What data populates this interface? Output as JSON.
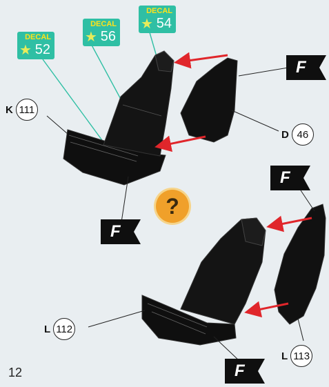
{
  "page_number": "12",
  "decals": [
    {
      "word": "DECAL",
      "number": "52"
    },
    {
      "word": "DECAL",
      "number": "56"
    },
    {
      "word": "DECAL",
      "number": "54"
    }
  ],
  "parts": [
    {
      "letter": "K",
      "number": "111"
    },
    {
      "letter": "D",
      "number": "46"
    },
    {
      "letter": "L",
      "number": "112"
    },
    {
      "letter": "L",
      "number": "113"
    }
  ],
  "flag_label": "F",
  "help_symbol": "?",
  "colors": {
    "decal": "#2fbfa4",
    "decal_word": "#ffe21a",
    "arrow": "#e0262b",
    "help": "#f0a02a",
    "seat": "#0f0f0f"
  },
  "icons": {
    "help": "question-mark-icon",
    "flag": "f-flag-icon",
    "decal_star": "star-icon"
  }
}
